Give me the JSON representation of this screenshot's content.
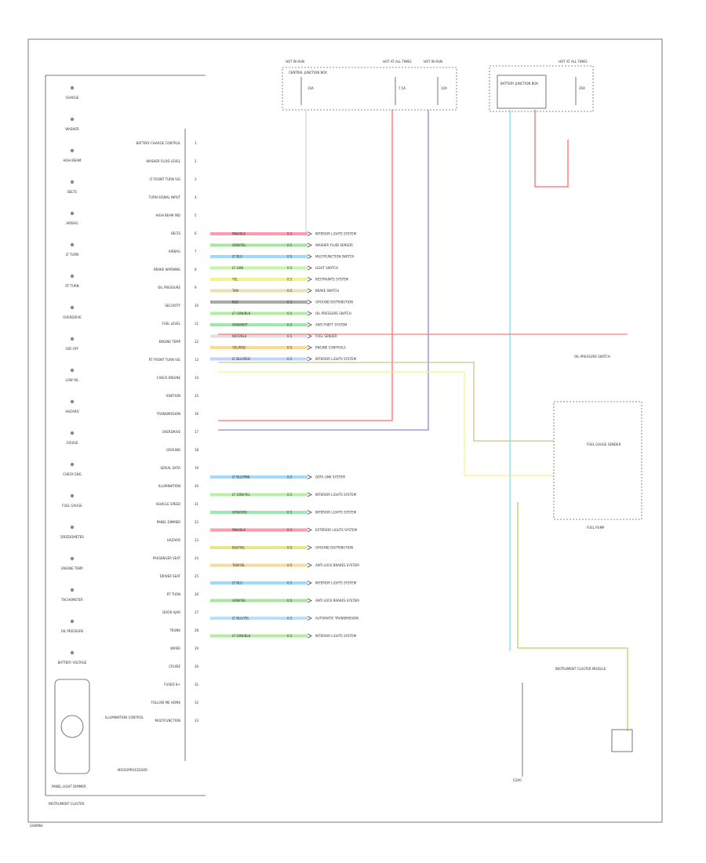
{
  "title": "INSTRUMENT CLUSTER",
  "code": "G00M64",
  "cluster_label": "MICROPROCESSOR",
  "dimmer_label": "ILLUMINATION CONTROL",
  "panel_dimmer_label": "PANEL LIGHT DIMMER",
  "cluster_left_items": [
    "CHARGE",
    "WASHER",
    "HIGH BEAM",
    "BELTS",
    "AIRBAG",
    "LT TURN",
    "RT TURN",
    "OVERDRIVE",
    "O/D OFF",
    "LOW OIL",
    "HAZARD",
    "CRUISE",
    "CHECK ENG",
    "FUEL GAUGE",
    "SPEEDOMETER",
    "ENGINE TEMP",
    "TACHOMETER",
    "OIL PRESSURE",
    "BATTERY VOLTAGE"
  ],
  "cluster_pin_labels": [
    "BATTERY CHARGE CONTROL",
    "WASHER FLUID LEVEL",
    "LT FRONT TURN SIG",
    "TURN SIGNAL INPUT",
    "HIGH BEAM IND",
    "BELTS",
    "AIRBAG",
    "BRAKE WARNING",
    "OIL PRESSURE",
    "SECURITY",
    "FUEL LEVEL",
    "ENGINE TEMP",
    "RT FRONT TURN SIG",
    "CHECK ENGINE",
    "IGNITION",
    "TRANSMISSION",
    "OVERDRIVE",
    "GROUND",
    "SERIAL DATA",
    "ILLUMINATION",
    "VEHICLE SPEED",
    "PANEL DIMMER",
    "HAZARD",
    "PASSENGER SEAT",
    "DRIVER SEAT",
    "RT TURN",
    "DOOR AJAR",
    "TRUNK",
    "WIPER",
    "CRUISE",
    "FUSED B+",
    "FOLLOW ME HOME",
    "MULTIFUNCTION"
  ],
  "cluster_pins": [
    "1",
    "2",
    "3",
    "4",
    "5",
    "6",
    "7",
    "8",
    "9",
    "10",
    "11",
    "12",
    "13",
    "14",
    "15",
    "16",
    "17",
    "18",
    "19",
    "20",
    "21",
    "22",
    "23",
    "24",
    "25",
    "26",
    "27",
    "28",
    "29",
    "30",
    "31",
    "32",
    "33"
  ],
  "wire_rows": [
    {
      "label": "PNK/BLK",
      "gauge": "0.5",
      "dest": "INTERIOR LIGHTS SYSTEM",
      "color": "#ff8aa0"
    },
    {
      "label": "GRN/YEL",
      "gauge": "0.5",
      "dest": "WASHER FLUID SENSOR",
      "color": "#9be08c"
    },
    {
      "label": "LT BLU",
      "gauge": "0.5",
      "dest": "MULTIFUNCTION SWITCH",
      "color": "#8fd3ff"
    },
    {
      "label": "LT GRN",
      "gauge": "0.5",
      "dest": "LIGHT SWITCH",
      "color": "#b8f59a"
    },
    {
      "label": "YEL",
      "gauge": "0.5",
      "dest": "RESTRAINTS SYSTEM",
      "color": "#f2f07a"
    },
    {
      "label": "TAN",
      "gauge": "0.5",
      "dest": "BRAKE SWITCH",
      "color": "#e8d9a8"
    },
    {
      "label": "BLK",
      "gauge": "0.5",
      "dest": "GROUND DISTRIBUTION",
      "color": "#9a9a9a"
    },
    {
      "label": "LT GRN/BLK",
      "gauge": "0.5",
      "dest": "OIL PRESSURE SWITCH",
      "color": "#a5ea90"
    },
    {
      "label": "GRN/WHT",
      "gauge": "0.5",
      "dest": "ANTI-THEFT SYSTEM",
      "color": "#8be69a"
    },
    {
      "label": "WHT/BLK",
      "gauge": "0.5",
      "dest": "FUEL SENDER",
      "color": "#d9d9d9"
    },
    {
      "label": "YEL/RED",
      "gauge": "0.5",
      "dest": "ENGINE CONTROLS",
      "color": "#ffd27a"
    },
    {
      "label": "LT BLU/RED",
      "gauge": "0.5",
      "dest": "INTERIOR LIGHTS SYSTEM",
      "color": "#b6cdfd"
    }
  ],
  "lower_rows": [
    {
      "label": "LT BLU/PNK",
      "gauge": "0.5",
      "dest": "DATA LINK SYSTEM",
      "color": "#8fd3ff"
    },
    {
      "label": "LT GRN/YEL",
      "gauge": "0.5",
      "dest": "INTERIOR LIGHTS SYSTEM",
      "color": "#a9f090"
    },
    {
      "label": "GRN/ORG",
      "gauge": "0.5",
      "dest": "INTERIOR LIGHTS SYSTEM",
      "color": "#8be6a0"
    },
    {
      "label": "PNK/BLK",
      "gauge": "0.5",
      "dest": "EXTERIOR LIGHTS SYSTEM",
      "color": "#ff8aa0"
    },
    {
      "label": "BLK/YEL",
      "gauge": "0.5",
      "dest": "GROUND DISTRIBUTION",
      "color": "#e2e27a"
    },
    {
      "label": "TAN/YEL",
      "gauge": "0.5",
      "dest": "ANTI-LOCK BRAKES SYSTEM",
      "color": "#efd88a"
    },
    {
      "label": "LT BLU",
      "gauge": "0.5",
      "dest": "INTERIOR LIGHTS SYSTEM",
      "color": "#8fd3ff"
    },
    {
      "label": "GRN/YEL",
      "gauge": "0.5",
      "dest": "ANTI-LOCK BRAKES SYSTEM",
      "color": "#9be08c"
    },
    {
      "label": "LT BLU/YEL",
      "gauge": "0.5",
      "dest": "AUTOMATIC TRANSMISSION",
      "color": "#a6dcff"
    },
    {
      "label": "LT GRN/BLK",
      "gauge": "0.5",
      "dest": "INTERIOR LIGHTS SYSTEM",
      "color": "#a5ea90"
    }
  ],
  "fuse_box_top": {
    "title": "CENTRAL JUNCTION BOX",
    "fuses": [
      "10A",
      "7.5A",
      "10A"
    ],
    "labels": [
      "HOT IN RUN",
      "HOT AT ALL TIMES",
      "HOT IN RUN"
    ]
  },
  "fuse_box_right": {
    "title": "BATTERY JUNCTION BOX",
    "fuse": "20A",
    "label": "HOT AT ALL TIMES"
  },
  "right_labels": {
    "oil_switch": "OIL PRESSURE SWITCH",
    "fuel_sender": "FUEL GAUGE SENDER",
    "fuel_pump": "FUEL PUMP",
    "module": "INSTRUMENT CLUSTER MODULE",
    "ground": "G200"
  }
}
